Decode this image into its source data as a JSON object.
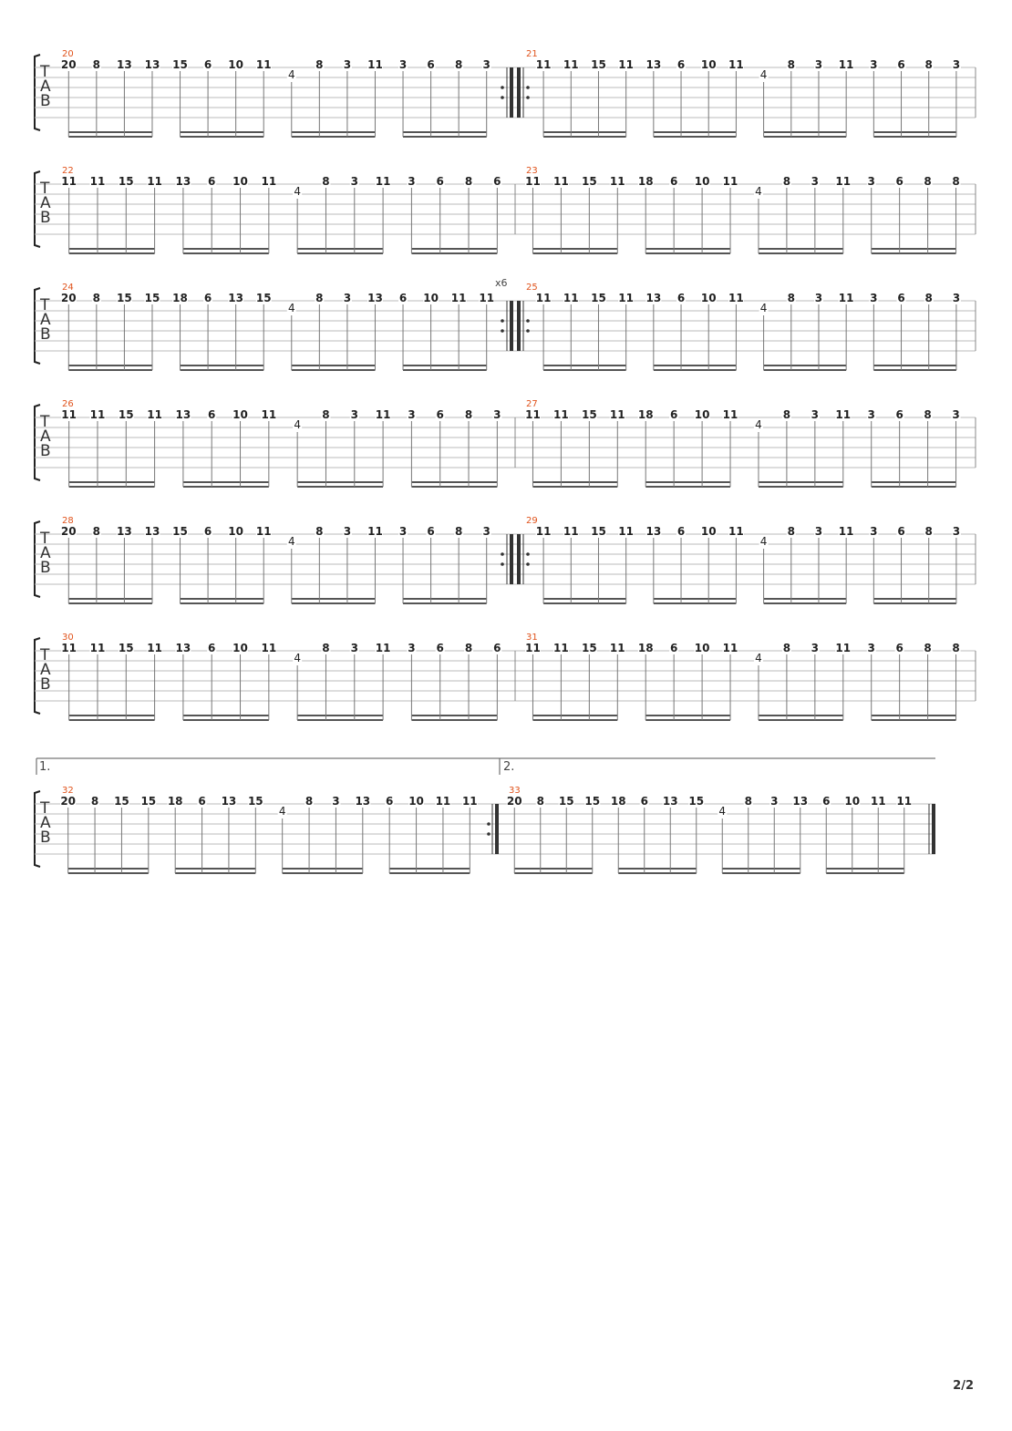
{
  "tab_letters": [
    "T",
    "A",
    "B"
  ],
  "page_number": "2/2",
  "colors": {
    "measure_number": "#e0531c",
    "staff_line": "#bbbbbb",
    "ink": "#222222"
  },
  "systems": [
    {
      "measures": [
        {
          "number": "20",
          "notes": [
            "20",
            "8",
            "13",
            "13",
            "15",
            "6",
            "10",
            "11",
            "4",
            "8",
            "3",
            "11",
            "3",
            "6",
            "8",
            "3"
          ],
          "end": "repeat-end"
        },
        {
          "number": "21",
          "notes": [
            "11",
            "11",
            "15",
            "11",
            "13",
            "6",
            "10",
            "11",
            "4",
            "8",
            "3",
            "11",
            "3",
            "6",
            "8",
            "3"
          ],
          "start": "repeat-start"
        }
      ]
    },
    {
      "measures": [
        {
          "number": "22",
          "notes": [
            "11",
            "11",
            "15",
            "11",
            "13",
            "6",
            "10",
            "11",
            "4",
            "8",
            "3",
            "11",
            "3",
            "6",
            "8",
            "6"
          ]
        },
        {
          "number": "23",
          "notes": [
            "11",
            "11",
            "15",
            "11",
            "18",
            "6",
            "10",
            "11",
            "4",
            "8",
            "3",
            "11",
            "3",
            "6",
            "8",
            "8"
          ]
        }
      ]
    },
    {
      "measures": [
        {
          "number": "24",
          "notes": [
            "20",
            "8",
            "15",
            "15",
            "18",
            "6",
            "13",
            "15",
            "4",
            "8",
            "3",
            "13",
            "6",
            "10",
            "11",
            "11"
          ],
          "end": "repeat-end",
          "repeat_count": "x6"
        },
        {
          "number": "25",
          "notes": [
            "11",
            "11",
            "15",
            "11",
            "13",
            "6",
            "10",
            "11",
            "4",
            "8",
            "3",
            "11",
            "3",
            "6",
            "8",
            "3"
          ],
          "start": "repeat-start"
        }
      ]
    },
    {
      "measures": [
        {
          "number": "26",
          "notes": [
            "11",
            "11",
            "15",
            "11",
            "13",
            "6",
            "10",
            "11",
            "4",
            "8",
            "3",
            "11",
            "3",
            "6",
            "8",
            "3"
          ]
        },
        {
          "number": "27",
          "notes": [
            "11",
            "11",
            "15",
            "11",
            "18",
            "6",
            "10",
            "11",
            "4",
            "8",
            "3",
            "11",
            "3",
            "6",
            "8",
            "3"
          ]
        }
      ]
    },
    {
      "measures": [
        {
          "number": "28",
          "notes": [
            "20",
            "8",
            "13",
            "13",
            "15",
            "6",
            "10",
            "11",
            "4",
            "8",
            "3",
            "11",
            "3",
            "6",
            "8",
            "3"
          ],
          "end": "repeat-end"
        },
        {
          "number": "29",
          "notes": [
            "11",
            "11",
            "15",
            "11",
            "13",
            "6",
            "10",
            "11",
            "4",
            "8",
            "3",
            "11",
            "3",
            "6",
            "8",
            "3"
          ],
          "start": "repeat-start"
        }
      ]
    },
    {
      "measures": [
        {
          "number": "30",
          "notes": [
            "11",
            "11",
            "15",
            "11",
            "13",
            "6",
            "10",
            "11",
            "4",
            "8",
            "3",
            "11",
            "3",
            "6",
            "8",
            "6"
          ]
        },
        {
          "number": "31",
          "notes": [
            "11",
            "11",
            "15",
            "11",
            "18",
            "6",
            "10",
            "11",
            "4",
            "8",
            "3",
            "11",
            "3",
            "6",
            "8",
            "8"
          ]
        }
      ]
    },
    {
      "voltas": [
        "1.",
        "2."
      ],
      "measures": [
        {
          "number": "32",
          "notes": [
            "20",
            "8",
            "15",
            "15",
            "18",
            "6",
            "13",
            "15",
            "4",
            "8",
            "3",
            "13",
            "6",
            "10",
            "11",
            "11"
          ],
          "end": "repeat-end-only"
        },
        {
          "number": "33",
          "notes": [
            "20",
            "8",
            "15",
            "15",
            "18",
            "6",
            "13",
            "15",
            "4",
            "8",
            "3",
            "13",
            "6",
            "10",
            "11",
            "11"
          ],
          "end": "final"
        }
      ]
    }
  ]
}
